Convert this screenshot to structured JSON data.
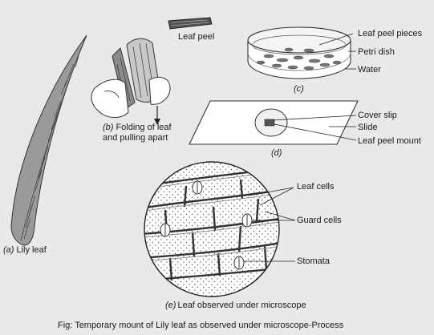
{
  "diagram": {
    "labels": {
      "leaf_peel": "Leaf peel",
      "leaf_peel_pieces": "Leaf peel pieces",
      "petri_dish": "Petri dish",
      "water": "Water",
      "cover_slip": "Cover slip",
      "slide": "Slide",
      "leaf_peel_mount": "Leaf peel mount",
      "leaf_cells": "Leaf cells",
      "guard_cells": "Guard cells",
      "stomata": "Stomata"
    },
    "captions": {
      "a_letter": "(a)",
      "a_text": "Lily leaf",
      "b_letter": "(b)",
      "b_line1": "Folding of leaf",
      "b_line2": "and pulling apart",
      "c": "(c)",
      "d": "(d)",
      "e_letter": "(e)",
      "e_text": "Leaf observed under microscope"
    },
    "figure_caption": "Fig: Temporary mount of Lily leaf as observed under microscope-Process"
  }
}
